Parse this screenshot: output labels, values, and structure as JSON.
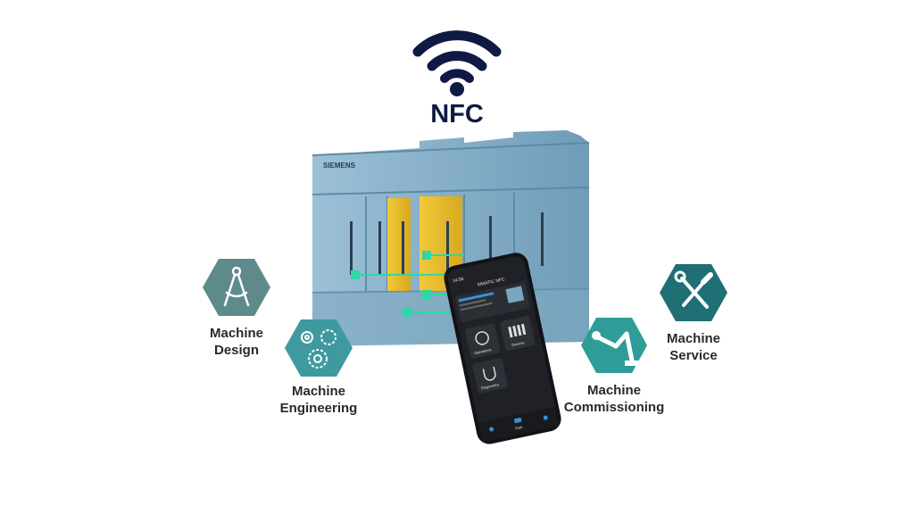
{
  "nfc": {
    "label": "NFC",
    "icon": "nfc-wifi-icon",
    "color": "#0f1a44"
  },
  "controller": {
    "brand": "SIEMENS",
    "body_color": "#7faac4",
    "safety_color": "#e8b92e"
  },
  "phone": {
    "time": "14:56",
    "app_title": "SIMATIC NFC",
    "tiles": [
      {
        "label": "Operations",
        "icon": "operations-icon"
      },
      {
        "label": "Devices",
        "icon": "devices-icon"
      },
      {
        "label": "Diagnostics",
        "icon": "stethoscope-icon"
      }
    ],
    "nav_label": "Start"
  },
  "features": [
    {
      "id": "design",
      "line1": "Machine",
      "line2": "Design",
      "icon": "compass-icon",
      "color": "#5f8a8c"
    },
    {
      "id": "engineering",
      "line1": "Machine",
      "line2": "Engineering",
      "icon": "gears-icon",
      "color": "#3f9aa0"
    },
    {
      "id": "commissioning",
      "line1": "Machine",
      "line2": "Commissioning",
      "icon": "robot-arm-icon",
      "color": "#2f9c98"
    },
    {
      "id": "service",
      "line1": "Machine",
      "line2": "Service",
      "icon": "wrench-screwdriver-icon",
      "color": "#1f6f74"
    }
  ],
  "accent_color": "#2fd6a8"
}
